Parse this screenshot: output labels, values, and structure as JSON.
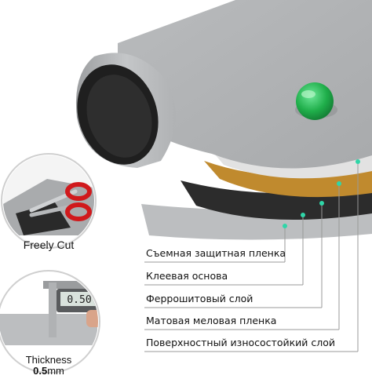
{
  "badges": {
    "cut": {
      "label": "Freely Cut"
    },
    "thickness": {
      "label": "Thickness",
      "value": "0.5",
      "unit": "mm",
      "caliper_readout": "0.50"
    }
  },
  "layers": [
    {
      "label": "Съемная защитная пленка",
      "color": "#d6d6d6"
    },
    {
      "label": "Клеевая основа",
      "color": "#c08a2e"
    },
    {
      "label": "Феррошитовый слой",
      "color": "#2b2b2b"
    },
    {
      "label": "Матовая меловая пленка",
      "color": "#eeeeee"
    },
    {
      "label": "Поверхностный износостойкий слой",
      "color": "#b5b7b9"
    }
  ],
  "colors": {
    "accent": "#2fd6a8",
    "magnet": "#22b14c",
    "scissors": "#d0191c",
    "film": "#b3b5b7"
  },
  "icons": [
    "magnet-pin-icon",
    "scissors-icon",
    "caliper-icon"
  ]
}
